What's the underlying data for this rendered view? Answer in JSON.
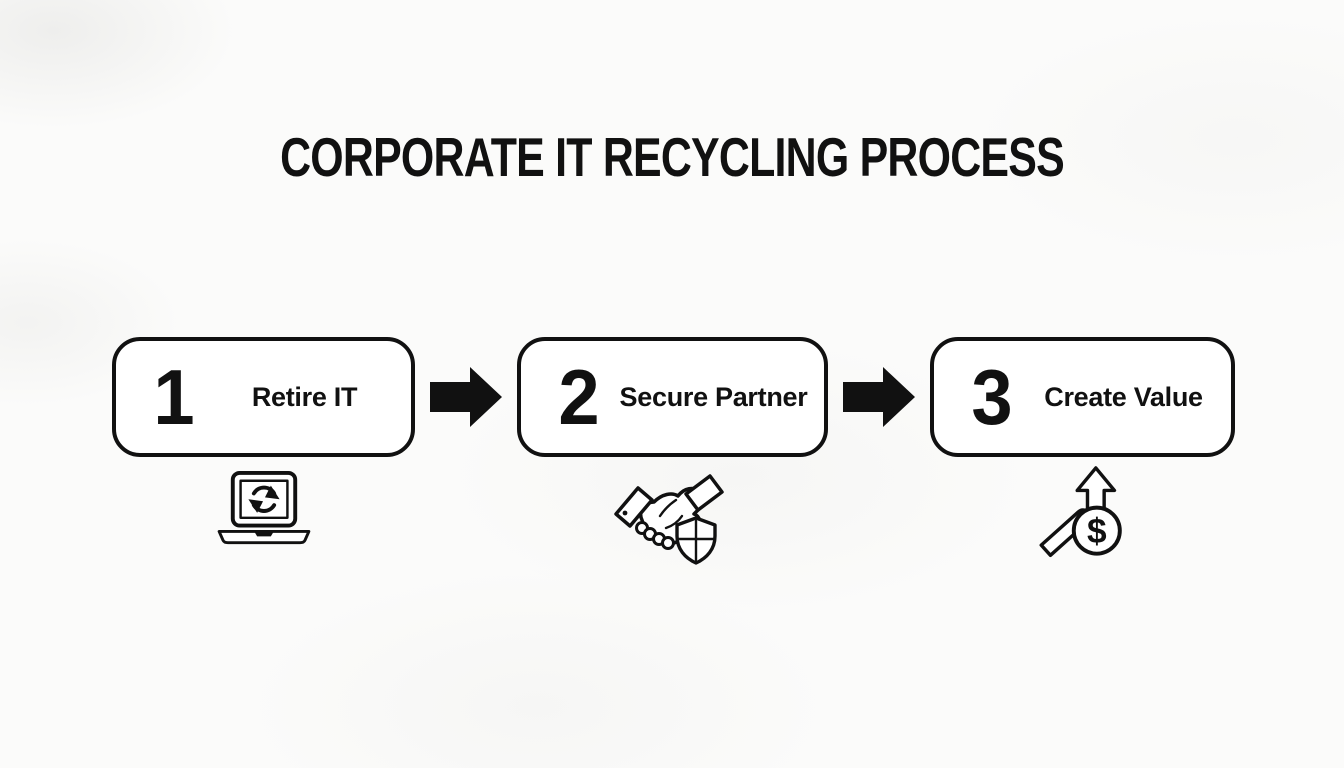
{
  "title": "CORPORATE IT RECYCLING PROCESS",
  "colors": {
    "ink": "#111111",
    "background": "#fbfbfa"
  },
  "steps": [
    {
      "number": "1",
      "label": "Retire IT",
      "icon": "laptop-sync-icon"
    },
    {
      "number": "2",
      "label": "Secure Partner",
      "icon": "handshake-shield-icon"
    },
    {
      "number": "3",
      "label": "Create Value",
      "icon": "growth-dollar-icon"
    }
  ],
  "connectors": [
    {
      "icon": "arrow-right-icon"
    },
    {
      "icon": "arrow-right-icon"
    }
  ],
  "coin_symbol": "$"
}
